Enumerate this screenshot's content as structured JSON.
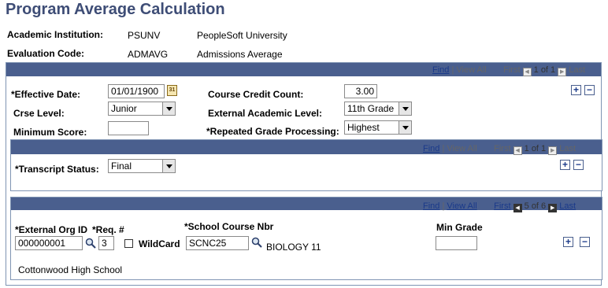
{
  "page": {
    "title": "Program Average Calculation"
  },
  "header": {
    "institution_label": "Academic Institution:",
    "institution_code": "PSUNV",
    "institution_name": "PeopleSoft University",
    "eval_label": "Evaluation Code:",
    "eval_code": "ADMAVG",
    "eval_name": "Admissions Average"
  },
  "nav_outer": {
    "find": "Find",
    "sep": "|",
    "view_all": "View All",
    "first": "First",
    "count": "1 of 1",
    "last": "Last"
  },
  "nav_transcript": {
    "find": "Find",
    "sep": "|",
    "view_all": "View All",
    "first": "First",
    "count": "1 of 1",
    "last": "Last"
  },
  "nav_course": {
    "find": "Find",
    "sep": "|",
    "view_all": "View All",
    "first": "First",
    "count": "5 of 6",
    "last": "Last"
  },
  "form": {
    "effective_date_label": "*Effective Date:",
    "effective_date_value": "01/01/1900",
    "calendar_icon_text": "31",
    "credit_count_label": "Course Credit Count:",
    "credit_count_value": "3.00",
    "crse_level_label": "Crse Level:",
    "crse_level_value": "Junior",
    "ext_level_label": "External Academic Level:",
    "ext_level_value": "11th Grade",
    "min_score_label": "Minimum Score:",
    "min_score_value": "",
    "repeated_label": "*Repeated Grade Processing:",
    "repeated_value": "Highest"
  },
  "transcript": {
    "status_label": "*Transcript Status:",
    "status_value": "Final"
  },
  "course": {
    "ext_org_label": "*External Org ID",
    "ext_org_value": "000000001",
    "req_label": "*Req. #",
    "req_value": "3",
    "wildcard_label": "WildCard",
    "school_course_label": "*School Course Nbr",
    "school_course_value": "SCNC25",
    "course_desc": "BIOLOGY 11",
    "min_grade_label": "Min Grade",
    "min_grade_value": "",
    "org_name": "Cottonwood High School"
  },
  "buttons": {
    "add": "+",
    "delete": "−"
  },
  "colors": {
    "title": "#3e4d76",
    "bar": "#4a5f8e",
    "border": "#7f94b3",
    "link": "#1a3a8a"
  }
}
